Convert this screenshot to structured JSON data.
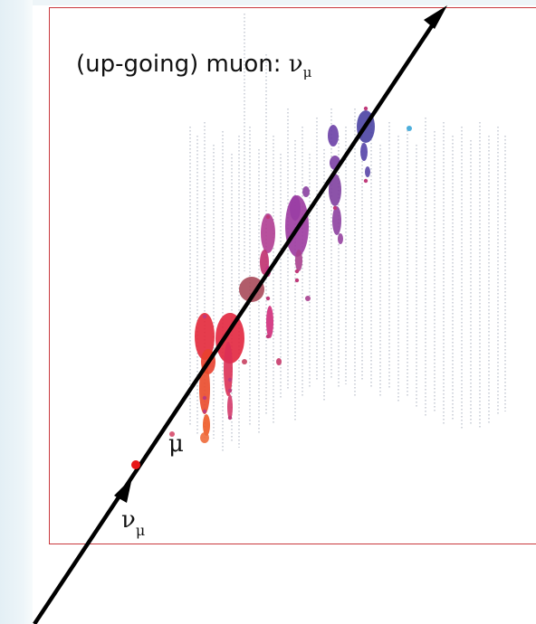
{
  "title_label": {
    "prefix": "(up-going) muon: ",
    "symbol": "ν",
    "subscript": "μ"
  },
  "track_labels": {
    "muon": "μ",
    "neutrino_symbol": "ν",
    "neutrino_subscript": "μ"
  },
  "colors": {
    "frame_border": "#c9383d",
    "track_arrow": "#000000",
    "interaction_vertex": "#e81818",
    "string_dots": "#8a93a8",
    "hit_early": "#e83a3a",
    "hit_mid": "#b03d92",
    "hit_late": "#4a42a3",
    "background_band": "#e3eff5"
  }
}
